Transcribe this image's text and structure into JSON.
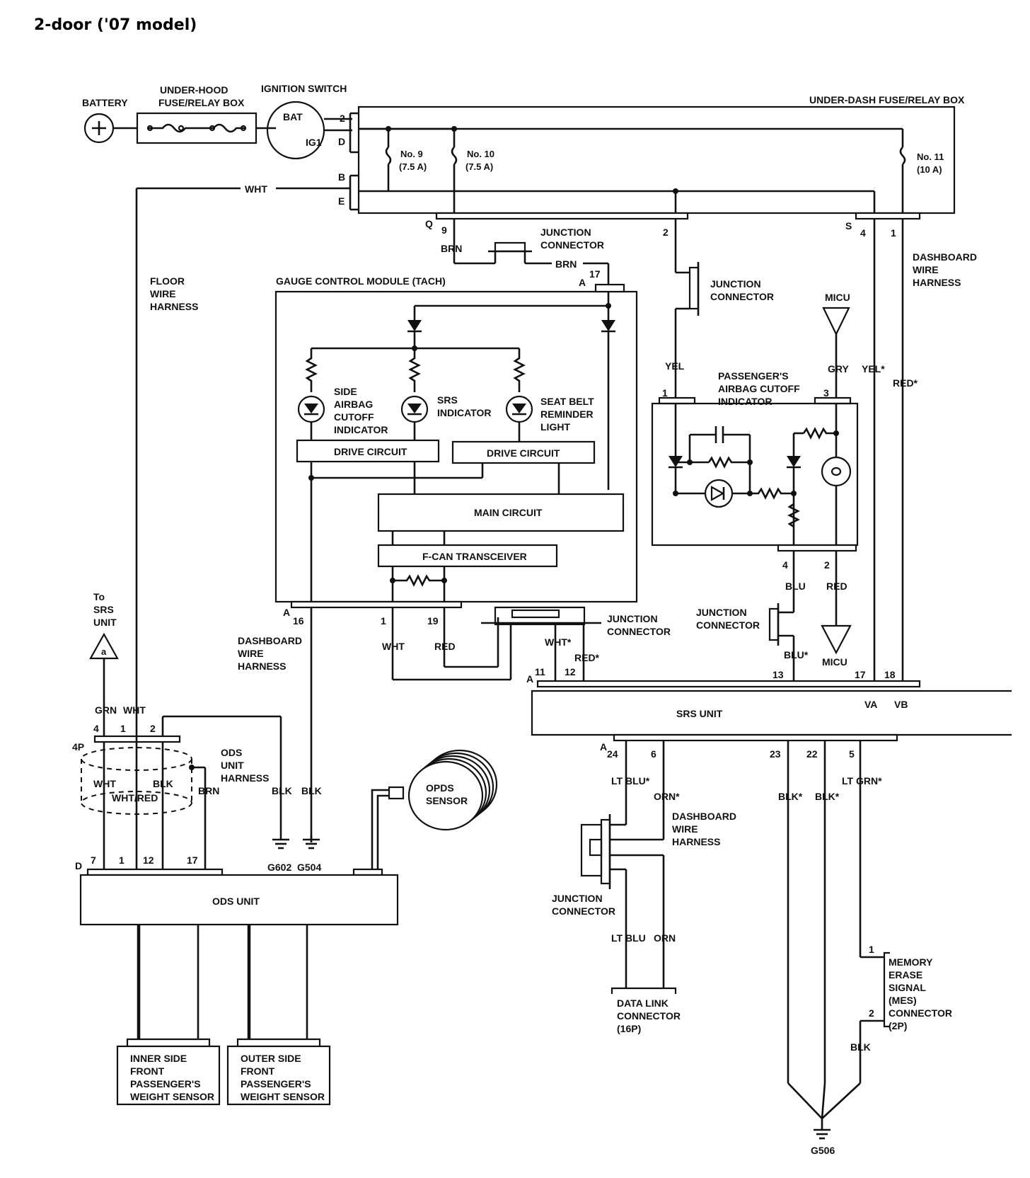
{
  "title": "2-door ('07 model)",
  "top": {
    "battery": "BATTERY",
    "underhood_1": "UNDER-HOOD",
    "underhood_2": "FUSE/RELAY BOX",
    "ignition": "IGNITION SWITCH",
    "bat": "BAT",
    "ig1": "IG1",
    "underdash": "UNDER-DASH FUSE/RELAY BOX",
    "pin_2": "2",
    "pin_D": "D",
    "pin_B": "B",
    "pin_E": "E",
    "fuse9_a": "No. 9",
    "fuse9_b": "(7.5 A)",
    "fuse10_a": "No. 10",
    "fuse10_b": "(7.5 A)",
    "fuse11_a": "No. 11",
    "fuse11_b": "(10 A)",
    "wht": "WHT",
    "q": "Q",
    "q9": "9",
    "brn1": "BRN",
    "brn2": "BRN",
    "jc_1": "JUNCTION",
    "jc_2": "CONNECTOR",
    "p2": "2",
    "s": "S",
    "s4": "4",
    "p1": "1",
    "dash_1": "DASHBOARD",
    "dash_2": "WIRE",
    "dash_3": "HARNESS"
  },
  "floor": {
    "l1": "FLOOR",
    "l2": "WIRE",
    "l3": "HARNESS"
  },
  "gauge": {
    "title": "GAUGE CONTROL MODULE (TACH)",
    "a17": "A",
    "p17": "17",
    "side_1": "SIDE",
    "side_2": "AIRBAG",
    "side_3": "CUTOFF",
    "side_4": "INDICATOR",
    "srs_1": "SRS",
    "srs_2": "INDICATOR",
    "seat_1": "SEAT BELT",
    "seat_2": "REMINDER",
    "seat_3": "LIGHT",
    "drive1": "DRIVE CIRCUIT",
    "drive2": "DRIVE CIRCUIT",
    "main": "MAIN CIRCUIT",
    "fcan": "F-CAN TRANSCEIVER",
    "a16": "A",
    "p16": "16",
    "p1": "1",
    "p19": "19",
    "wht": "WHT",
    "red": "RED"
  },
  "right": {
    "jc_1": "JUNCTION",
    "jc_2": "CONNECTOR",
    "micu": "MICU",
    "yel": "YEL",
    "gry": "GRY",
    "yel_s": "YEL*",
    "red_s": "RED*",
    "pac_1": "PASSENGER'S",
    "pac_2": "AIRBAG CUTOFF",
    "pac_3": "INDICATOR",
    "p1": "1",
    "p3": "3",
    "p4": "4",
    "p2": "2",
    "blu": "BLU",
    "red": "RED",
    "jc2_1": "JUNCTION",
    "jc2_2": "CONNECTOR",
    "blu_s": "BLU*",
    "micu2": "MICU",
    "p13": "13",
    "p17": "17",
    "p18": "18"
  },
  "mid": {
    "jc_1": "JUNCTION",
    "jc_2": "CONNECTOR",
    "wht_s": "WHT*",
    "red_s": "RED*",
    "a": "A",
    "p11": "11",
    "p12": "12",
    "dash_1": "DASHBOARD",
    "dash_2": "WIRE",
    "dash_3": "HARNESS"
  },
  "srs": {
    "label": "SRS UNIT",
    "va": "VA",
    "vb": "VB",
    "a": "A",
    "p24": "24",
    "p6": "6",
    "p23": "23",
    "p22": "22",
    "p5": "5",
    "ltblu_s": "LT BLU*",
    "orn_s": "ORN*",
    "blk1": "BLK*",
    "blk2": "BLK*",
    "ltgrn_s": "LT GRN*",
    "dash_1": "DASHBOARD",
    "dash_2": "WIRE",
    "dash_3": "HARNESS",
    "jc_1": "JUNCTION",
    "jc_2": "CONNECTOR",
    "ltblu": "LT BLU",
    "orn": "ORN",
    "dlc_1": "DATA LINK",
    "dlc_2": "CONNECTOR",
    "dlc_3": "(16P)",
    "mes_1": "MEMORY",
    "mes_2": "ERASE",
    "mes_3": "SIGNAL",
    "mes_4": "(MES)",
    "mes_5": "CONNECTOR",
    "mes_6": "(2P)",
    "m1": "1",
    "m2": "2",
    "blk": "BLK",
    "g506": "G506"
  },
  "left": {
    "to_1": "To",
    "to_2": "SRS",
    "to_3": "UNIT",
    "tri": "a",
    "grn": "GRN",
    "wht": "WHT",
    "p4": "4",
    "p1": "1",
    "p2": "2",
    "c4p": "4P",
    "wht2": "WHT",
    "blk": "BLK",
    "whtred": "WHT/RED",
    "brn": "BRN",
    "ods_1": "ODS",
    "ods_2": "UNIT",
    "ods_3": "HARNESS",
    "dash_1": "DASHBOARD",
    "dash_2": "WIRE",
    "dash_3": "HARNESS",
    "blk1": "BLK",
    "blk2": "BLK",
    "g602": "G602",
    "g504": "G504",
    "opds_1": "OPDS",
    "opds_2": "SENSOR",
    "d": "D",
    "d7": "7",
    "d1": "1",
    "d12": "12",
    "d17": "17",
    "ods_unit": "ODS UNIT",
    "inner_1": "INNER SIDE",
    "inner_2": "FRONT",
    "inner_3": "PASSENGER'S",
    "inner_4": "WEIGHT SENSOR",
    "outer_1": "OUTER SIDE",
    "outer_2": "FRONT",
    "outer_3": "PASSENGER'S",
    "outer_4": "WEIGHT SENSOR"
  }
}
